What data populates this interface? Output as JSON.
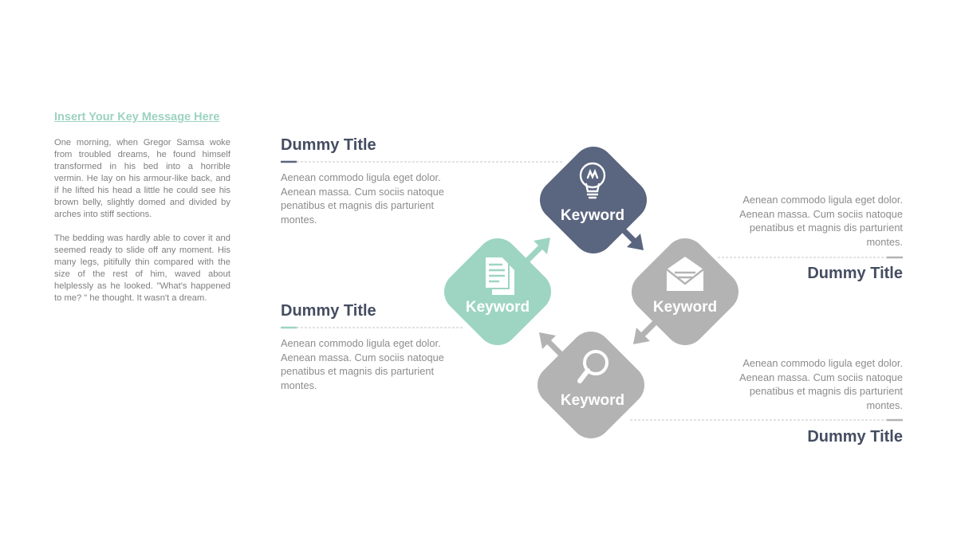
{
  "sidebar": {
    "key_message": "Insert Your Key Message Here",
    "paragraph1": "One morning, when Gregor Samsa woke from troubled dreams, he found himself transformed in his bed into a horrible vermin. He lay on his armour-like back, and if he lifted his head a little he could see his brown belly, slightly domed and divided by arches into stiff sections.",
    "paragraph2": "The bedding was hardly able to cover it and seemed ready to slide off any moment. His many legs, pitifully thin compared with the size of the rest of him, waved about helplessly as he looked. \"What's happened to me? \" he thought. It wasn't a dream."
  },
  "blocks": [
    {
      "title": "Dummy Title",
      "text": "Aenean commodo ligula eget dolor. Aenean massa. Cum sociis natoque penatibus et magnis dis parturient montes."
    },
    {
      "title": "Dummy Title",
      "text": "Aenean commodo ligula eget dolor. Aenean massa. Cum sociis natoque penatibus et magnis dis parturient montes."
    },
    {
      "title": "Dummy Title",
      "text": "Aenean commodo ligula eget dolor. Aenean massa. Cum sociis natoque penatibus et magnis dis parturient montes."
    },
    {
      "title": "Dummy Title",
      "text": "Aenean commodo ligula eget dolor. Aenean massa. Cum sociis natoque penatibus et magnis dis parturient montes."
    }
  ],
  "diamonds": [
    {
      "label": "Keyword",
      "icon": "lightbulb-icon",
      "color": "#5a657f"
    },
    {
      "label": "Keyword",
      "icon": "document-icon",
      "color": "#9dd5c2"
    },
    {
      "label": "Keyword",
      "icon": "envelope-icon",
      "color": "#b3b3b3"
    },
    {
      "label": "Keyword",
      "icon": "magnifier-icon",
      "color": "#b3b3b3"
    }
  ],
  "colors": {
    "navy": "#5a657f",
    "mint": "#9dd5c2",
    "gray": "#b3b3b3",
    "title": "#454d61",
    "text": "#8c8c8c"
  }
}
